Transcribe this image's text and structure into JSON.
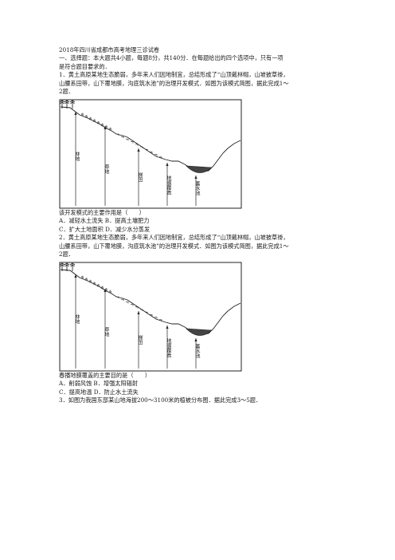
{
  "doc_title": "2018年四川省成都市高考地理三诊试卷",
  "section1": {
    "heading": "一、选择题：本大题共4小题，每题8分，共140分．在每题给出的四个选项中，只有一项",
    "heading_cont": "是符合题目要求的．"
  },
  "q1": {
    "stem_l1": "1．黄土高原某地生态脆弱，多年来人们因地制宜，总结形成了“山顶戴林帽，山坡披草褂，",
    "stem_l2": "山腰系田带，山下覆地膜，沟底筑水池”的治理开发模式．如图为该模式简图，据此完成1～",
    "stem_l3": "2题．",
    "question": "该开发模式的主要作用是（　　）",
    "opt_ab": "A．减轻水土流失 B．提高土壤肥力",
    "opt_cd": "C．扩大土地面积 D．减少水分蒸发"
  },
  "q2": {
    "stem_l1": "2．黄土高原某地生态脆弱，多年来人们因地制宜，总结形成了“山顶戴林帽，山坡披草褂，",
    "stem_l2": "山腰系田带，山下覆地膜，沟底筑水池”的治理开发模式．如图为该模式简图，据此完成1～",
    "stem_l3": "2题．",
    "question": "春播地膜覆盖的主要目的是（　　）",
    "opt_ab": "A．削弱风蚀 B．增强太阳辐射",
    "opt_cd": "C．提高地温 D．防止水土流失"
  },
  "q3": {
    "stem": "3．如图为我国东部某山地海拔200～3100米的植被分布图．据此完成3～5题．"
  },
  "diagram": {
    "labels": [
      "林地",
      "草地",
      "梯田",
      "地膜覆盖",
      "蓄水池"
    ]
  }
}
